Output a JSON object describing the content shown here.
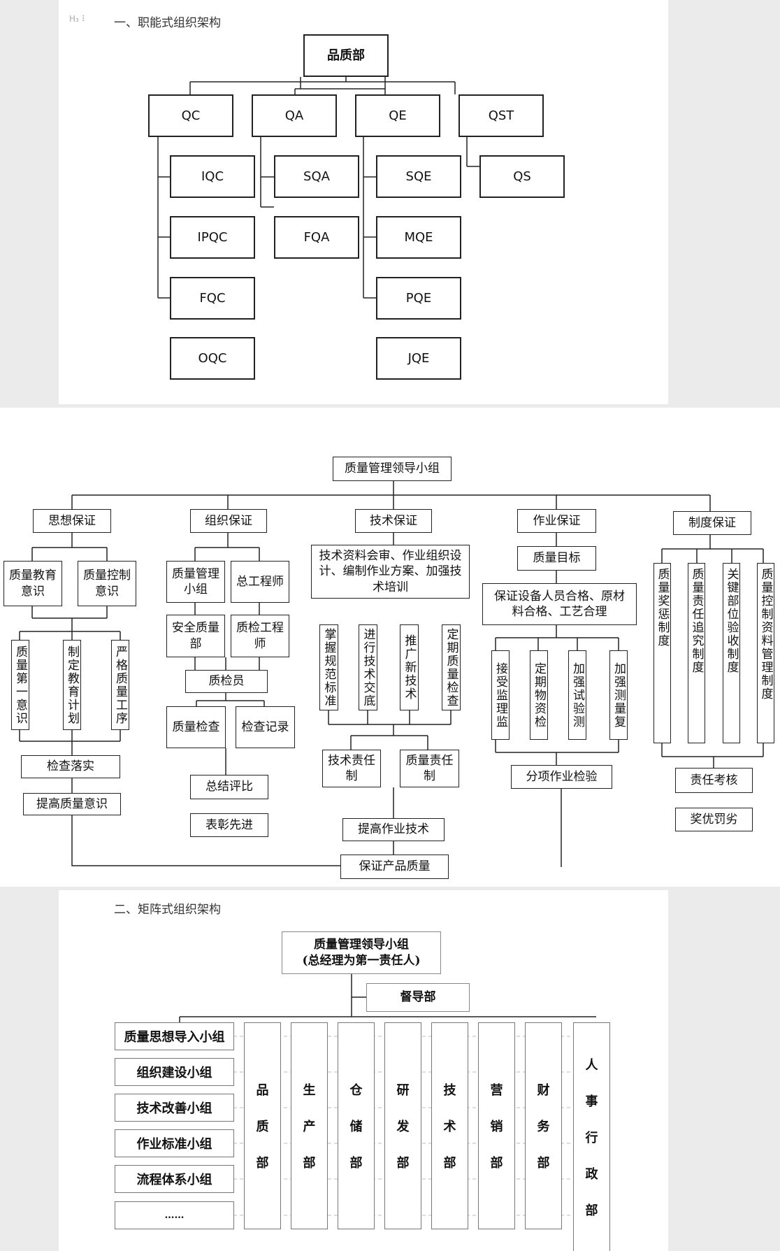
{
  "section1": {
    "heading_marker": "H₃ ⠇",
    "heading": "一、职能式组织架构",
    "root": "品质部",
    "groups": [
      {
        "label": "QC",
        "children": [
          "IQC",
          "IPQC",
          "FQC",
          "OQC"
        ]
      },
      {
        "label": "QA",
        "children": [
          "SQA",
          "FQA"
        ]
      },
      {
        "label": "QE",
        "children": [
          "SQE",
          "MQE",
          "PQE",
          "JQE"
        ]
      },
      {
        "label": "QST",
        "children": [
          "QS"
        ]
      }
    ]
  },
  "section2": {
    "root": "质量管理领导小组",
    "pillars": {
      "thought": {
        "title": "思想保证",
        "sub": [
          "质量教育意识",
          "质量控制意识"
        ],
        "vertical": [
          "质量第一意识",
          "制定教育计划",
          "严格质量工序"
        ],
        "steps": [
          "检查落实",
          "提高质量意识"
        ]
      },
      "organization": {
        "title": "组织保证",
        "grid": [
          "质量管理小组",
          "总工程师",
          "安全质量部",
          "质检工程师"
        ],
        "inspector": "质检员",
        "pair": [
          "质量检查",
          "检查记录"
        ],
        "steps": [
          "总结评比",
          "表彰先进"
        ]
      },
      "technology": {
        "title": "技术保证",
        "desc": "技术资料会审、作业组织设计、编制作业方案、加强技术培训",
        "vertical": [
          "掌握规范标准",
          "进行技术交底",
          "推广新技术",
          "定期质量检查"
        ],
        "pair": [
          "技术责任制",
          "质量责任制"
        ],
        "steps": [
          "提高作业技术",
          "保证产品质量"
        ]
      },
      "operation": {
        "title": "作业保证",
        "target": "质量目标",
        "desc": "保证设备人员合格、原材料合格、工艺合理",
        "vertical": [
          "接受监理监",
          "定期物资检",
          "加强试验测",
          "加强测量复"
        ],
        "steps": [
          "分项作业检验"
        ]
      },
      "system": {
        "title": "制度保证",
        "vertical": [
          "质量奖惩制度",
          "质量责任追究制度",
          "关键部位验收制度",
          "质量控制资料管理制度"
        ],
        "steps": [
          "责任考核",
          "奖优罚劣"
        ]
      }
    }
  },
  "section3": {
    "heading": "二、矩阵式组织架构",
    "root_line1": "质量管理领导小组",
    "root_line2": "(总经理为第一责任人)",
    "supervisor": "督导部",
    "groups": [
      "质量思想导入小组",
      "组织建设小组",
      "技术改善小组",
      "作业标准小组",
      "流程体系小组",
      "……"
    ],
    "departments": [
      [
        "品",
        "质",
        "部"
      ],
      [
        "生",
        "产",
        "部"
      ],
      [
        "仓",
        "储",
        "部"
      ],
      [
        "研",
        "发",
        "部"
      ],
      [
        "技",
        "术",
        "部"
      ],
      [
        "营",
        "销",
        "部"
      ],
      [
        "财",
        "务",
        "部"
      ],
      [
        "人",
        "事",
        "行",
        "政",
        "部"
      ]
    ]
  }
}
